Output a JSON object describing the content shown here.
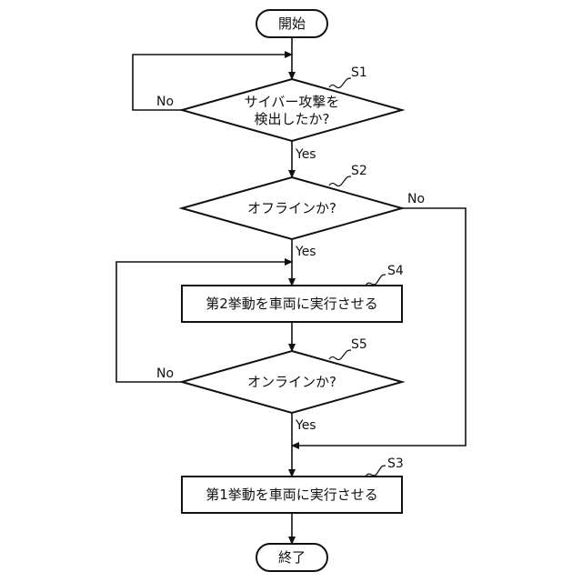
{
  "nodes": {
    "start": "開始",
    "s1_line1": "サイバー攻撃を",
    "s1_line2": "検出したか?",
    "s2": "オフラインか?",
    "s4": "第2挙動を車両に実行させる",
    "s5": "オンラインか?",
    "s3": "第1挙動を車両に実行させる",
    "end": "終了"
  },
  "step_labels": {
    "s1": "S1",
    "s2": "S2",
    "s4": "S4",
    "s5": "S5",
    "s3": "S3"
  },
  "edge_labels": {
    "s1_no": "No",
    "s1_yes": "Yes",
    "s2_no": "No",
    "s2_yes": "Yes",
    "s5_no": "No",
    "s5_yes": "Yes"
  }
}
